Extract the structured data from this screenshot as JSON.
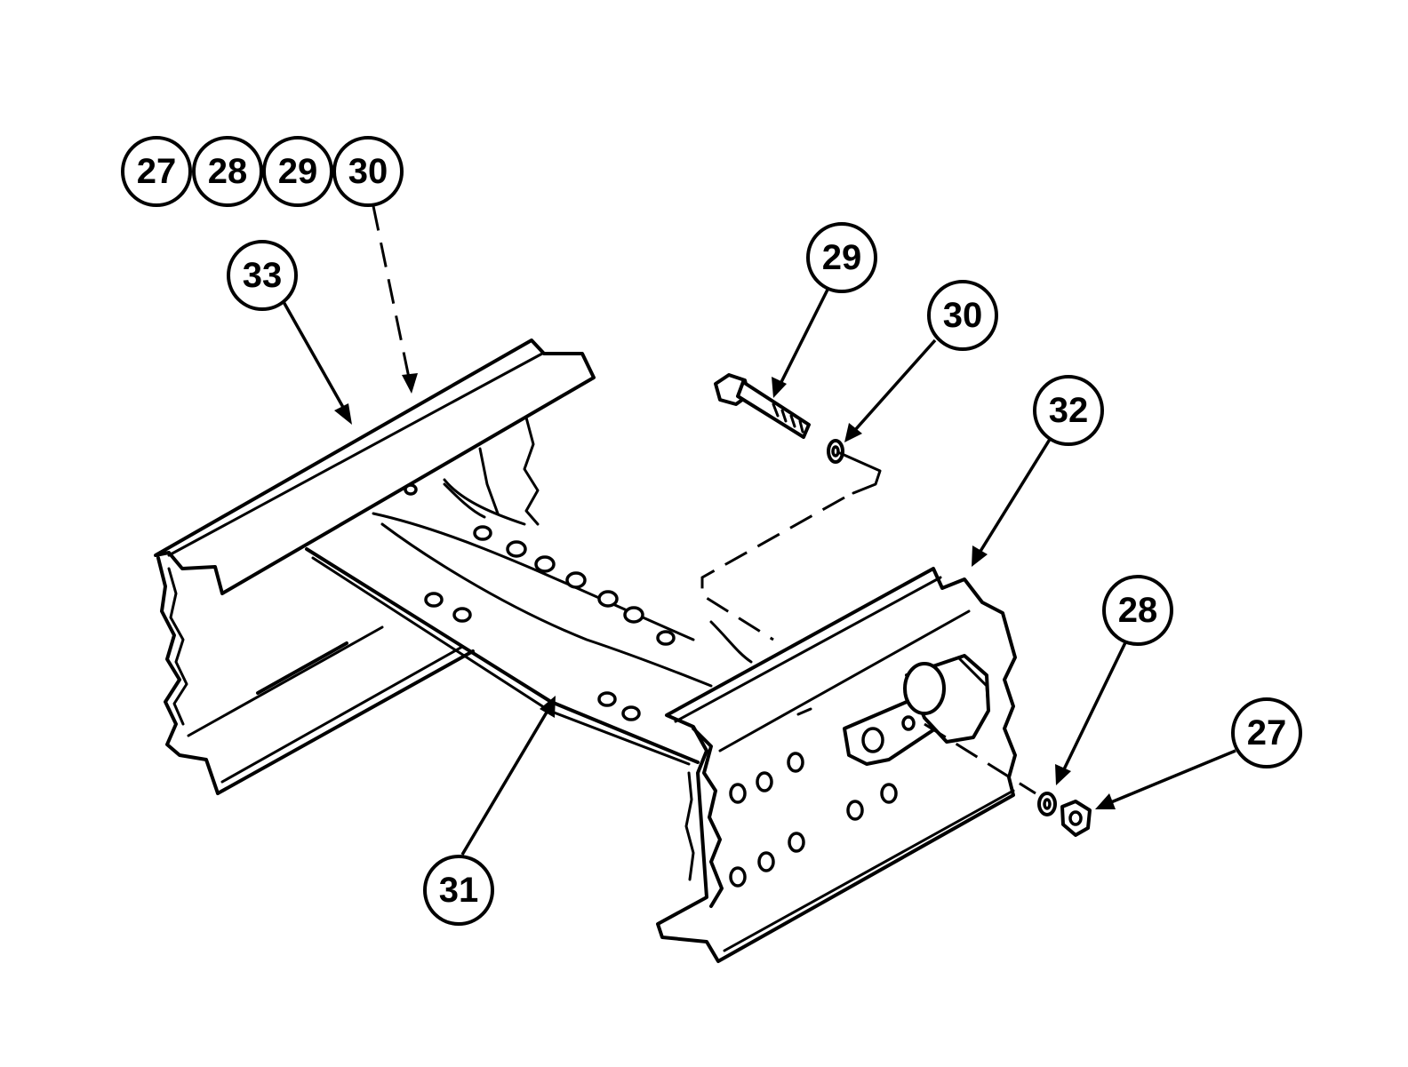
{
  "callouts": {
    "top_group": [
      "27",
      "28",
      "29",
      "30"
    ],
    "item_33": "33",
    "item_29": "29",
    "item_30": "30",
    "item_32": "32",
    "item_28": "28",
    "item_27": "27",
    "item_31": "31"
  }
}
